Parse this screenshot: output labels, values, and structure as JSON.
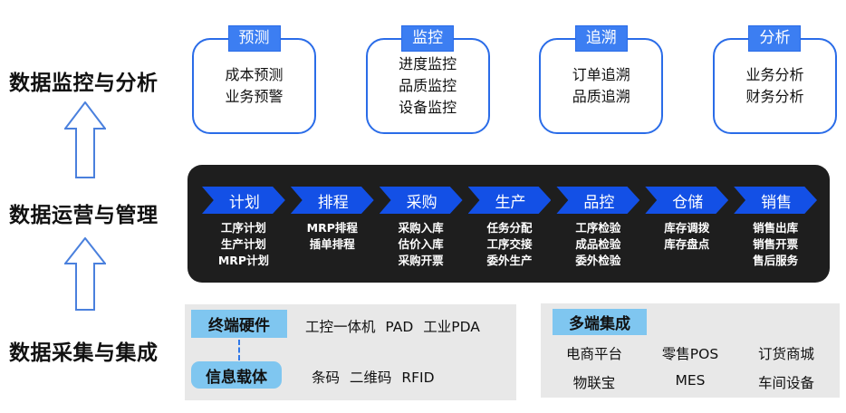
{
  "colors": {
    "card_border_blue": "#2a6ce8",
    "tab_blue": "#3c7ef2",
    "chevron_blue": "#1350e6",
    "bar_black": "#1e1e1e",
    "light_blue_tag": "#7fc6f0",
    "panel_gray": "#e8e8e8",
    "arrow_stroke_blue": "#4a80dd"
  },
  "left_labels": [
    "数据监控与分析",
    "数据运营与管理",
    "数据采集与集成"
  ],
  "analysis_cards": [
    {
      "tab": "预测",
      "items": [
        "成本预测",
        "业务预警"
      ]
    },
    {
      "tab": "监控",
      "items": [
        "进度监控",
        "品质监控",
        "设备监控"
      ]
    },
    {
      "tab": "追溯",
      "items": [
        "订单追溯",
        "品质追溯"
      ]
    },
    {
      "tab": "分析",
      "items": [
        "业务分析",
        "财务分析"
      ]
    }
  ],
  "process_stages": [
    {
      "label": "计划",
      "items": [
        "工序计划",
        "生产计划",
        "MRP计划"
      ]
    },
    {
      "label": "排程",
      "items": [
        "MRP排程",
        "插单排程"
      ]
    },
    {
      "label": "采购",
      "items": [
        "采购入库",
        "估价入库",
        "采购开票"
      ]
    },
    {
      "label": "生产",
      "items": [
        "任务分配",
        "工序交接",
        "委外生产"
      ]
    },
    {
      "label": "品控",
      "items": [
        "工序检验",
        "成品检验",
        "委外检验"
      ]
    },
    {
      "label": "仓储",
      "items": [
        "库存调拨",
        "库存盘点"
      ]
    },
    {
      "label": "销售",
      "items": [
        "销售出库",
        "销售开票",
        "售后服务"
      ]
    }
  ],
  "collection": {
    "hardware_label": "终端硬件",
    "hardware_items": "工控一体机 PAD 工业PDA",
    "carrier_label": "信息载体",
    "carrier_items": "条码 二维码 RFID",
    "integration_label": "多端集成",
    "integration_items": [
      "电商平台",
      "零售POS",
      "订货商城",
      "物联宝",
      "MES",
      "车间设备"
    ]
  }
}
